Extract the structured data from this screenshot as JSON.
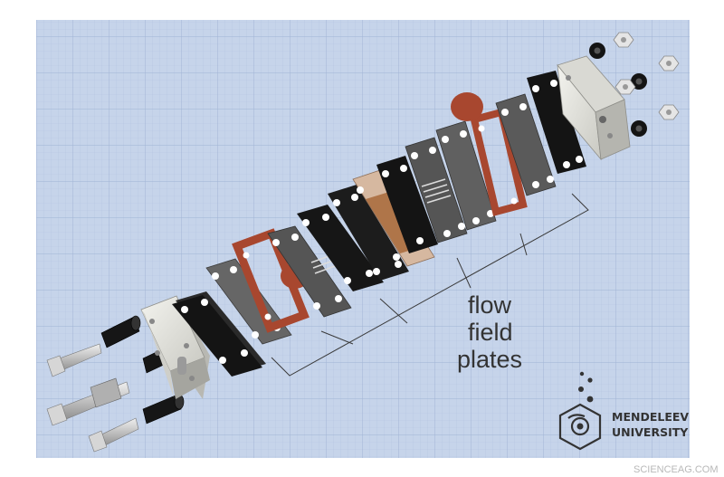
{
  "diagram": {
    "callout_label": [
      "flow",
      "field",
      "plates"
    ],
    "colors": {
      "grid_background": "#c6d4ea",
      "grid_line": "#a9bbd9",
      "end_plate": "#e2e2dc",
      "gasket_black": "#141414",
      "flow_plate_gray": "#5c5c5c",
      "gasket_copper": "#a8472f",
      "membrane_tan": "#d6b8a0",
      "bolt_steel": "#c4c4c4"
    }
  },
  "logo": {
    "line1": "MENDELEEV",
    "line2": "UNIVERSITY",
    "icon": "molecule-hexagon-icon"
  },
  "watermark": "SCIENCEAG.COM"
}
